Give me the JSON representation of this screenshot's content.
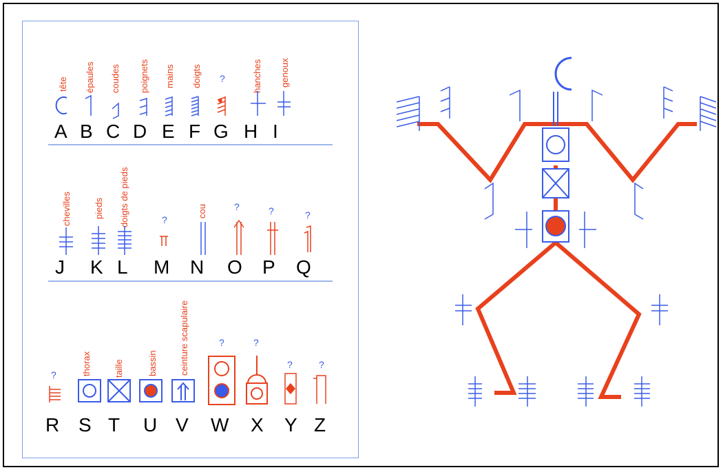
{
  "colors": {
    "blue": "#3a5be8",
    "red": "#e8411d",
    "black": "#000000",
    "frame": "#7f9ee6"
  },
  "legend": {
    "rows": [
      {
        "entries": [
          {
            "letter": "A",
            "label": "tête",
            "question": ""
          },
          {
            "letter": "B",
            "label": "épaules",
            "question": ""
          },
          {
            "letter": "C",
            "label": "coudes",
            "question": ""
          },
          {
            "letter": "D",
            "label": "poignets",
            "question": ""
          },
          {
            "letter": "E",
            "label": "mains",
            "question": ""
          },
          {
            "letter": "F",
            "label": "doigts",
            "question": ""
          },
          {
            "letter": "G",
            "label": "",
            "question": "?"
          },
          {
            "letter": "H",
            "label": "hanches",
            "question": ""
          },
          {
            "letter": "I",
            "label": "genoux",
            "question": ""
          }
        ]
      },
      {
        "entries": [
          {
            "letter": "J",
            "label": "chevilles",
            "question": ""
          },
          {
            "letter": "K",
            "label": "pieds",
            "question": ""
          },
          {
            "letter": "L",
            "label": "doigts de pieds",
            "question": ""
          },
          {
            "letter": "M",
            "label": "",
            "question": "?"
          },
          {
            "letter": "N",
            "label": "cou",
            "question": ""
          },
          {
            "letter": "O",
            "label": "",
            "question": "?"
          },
          {
            "letter": "P",
            "label": "",
            "question": "?"
          },
          {
            "letter": "Q",
            "label": "",
            "question": "?"
          }
        ]
      },
      {
        "entries": [
          {
            "letter": "R",
            "label": "",
            "question": "?"
          },
          {
            "letter": "S",
            "label": "thorax",
            "question": ""
          },
          {
            "letter": "T",
            "label": "taille",
            "question": ""
          },
          {
            "letter": "U",
            "label": "bassin",
            "question": ""
          },
          {
            "letter": "V",
            "label": "ceinture scapulaire",
            "question": ""
          },
          {
            "letter": "W",
            "label": "",
            "question": "?"
          },
          {
            "letter": "X",
            "label": "",
            "question": "?"
          },
          {
            "letter": "Y",
            "label": "",
            "question": "?"
          },
          {
            "letter": "Z",
            "label": "",
            "question": "?"
          }
        ]
      }
    ]
  }
}
